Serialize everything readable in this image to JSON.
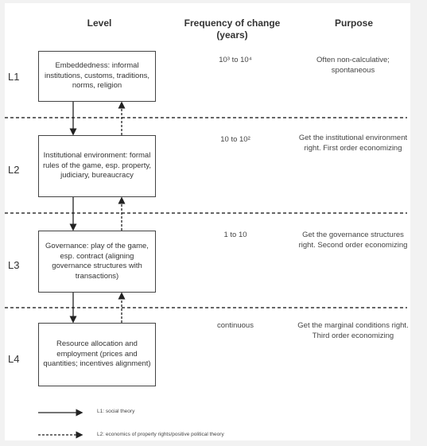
{
  "headers": {
    "level": "Level",
    "frequency": "Frequency of change (years)",
    "purpose": "Purpose"
  },
  "levels": [
    {
      "id": "L1",
      "box": "Embeddedness: informal institutions, customs, traditions, norms, religion",
      "frequency": "10³ to 10⁴",
      "purpose": "Often non-calculative; spontaneous"
    },
    {
      "id": "L2",
      "box": "Institutional environment: formal rules of the game, esp. property, judiciary, bureaucracy",
      "frequency": "10 to 10²",
      "purpose": "Get the institutional environment right. First order economizing"
    },
    {
      "id": "L3",
      "box": "Governance: play of the game, esp. contract (aligning governance structures with transactions)",
      "frequency": "1 to 10",
      "purpose": "Get the governance structures right. Second order economizing"
    },
    {
      "id": "L4",
      "box": "Resource allocation and employment (prices and quantities; incentives alignment)",
      "frequency": "continuous",
      "purpose": "Get the marginal conditions right. Third order economizing"
    }
  ],
  "legend": {
    "solid": "L1: social theory",
    "dashed": "L2: economics of property rights/positive political theory"
  }
}
